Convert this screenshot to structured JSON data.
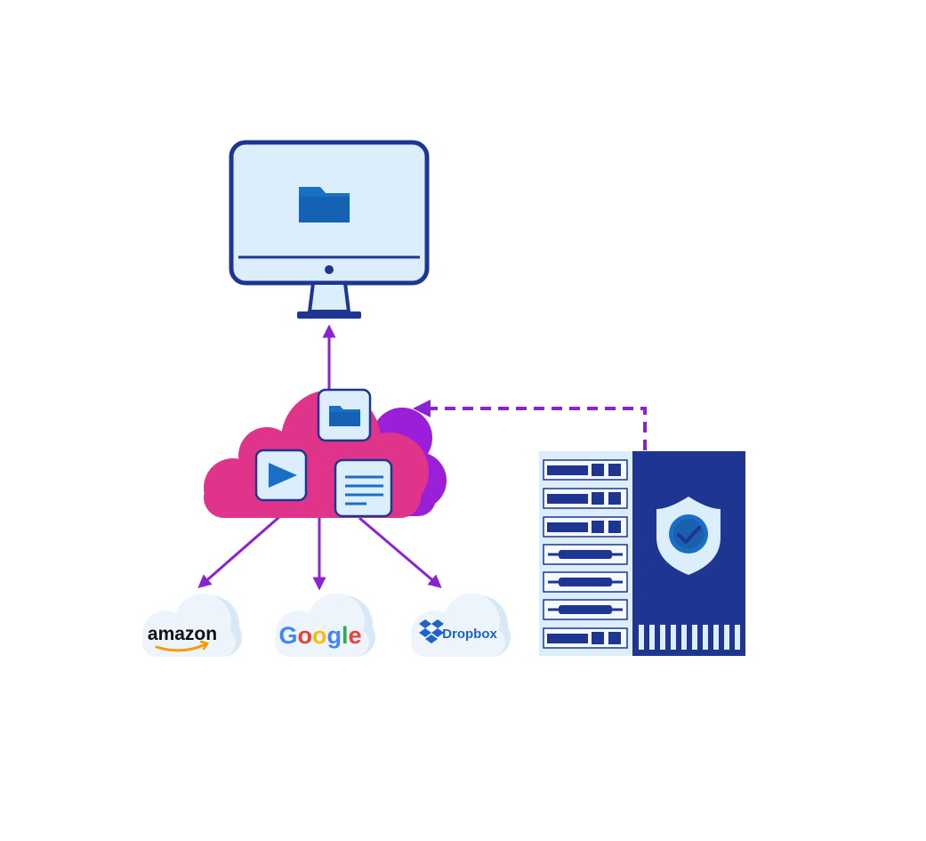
{
  "colors": {
    "background": "#ffffff",
    "navy": "#1f3592",
    "blue": "#1a6fc4",
    "light_blue": "#dceefc",
    "pale_blue": "#e6f2fb",
    "cloud_pink": "#e0338a",
    "cloud_purple": "#9b1fd8",
    "arrow_purple": "#8a22d6",
    "google_blue": "#4285f4",
    "google_red": "#ea4335",
    "google_yellow": "#fbbc05",
    "google_green": "#34a853",
    "amazon_orange": "#ff9900",
    "dropbox_blue": "#1f62c9"
  },
  "nodes": {
    "monitor": {
      "icon": "desktop-monitor-icon",
      "content_icon": "folder-icon"
    },
    "central_cloud": {
      "icon": "cloud-icon",
      "items": [
        "folder-icon",
        "play-video-icon",
        "document-icon"
      ]
    },
    "server_rack": {
      "icon": "server-rack-icon",
      "badge": "shield-check-icon"
    },
    "providers": [
      {
        "key": "amazon",
        "name": "amazon"
      },
      {
        "key": "google",
        "name": "Google"
      },
      {
        "key": "dropbox",
        "name": "Dropbox"
      }
    ]
  },
  "edges": [
    {
      "from": "central_cloud",
      "to": "monitor",
      "style": "solid"
    },
    {
      "from": "server_rack",
      "to": "central_cloud",
      "style": "dashed"
    },
    {
      "from": "central_cloud",
      "to": "amazon",
      "style": "solid"
    },
    {
      "from": "central_cloud",
      "to": "google",
      "style": "solid"
    },
    {
      "from": "central_cloud",
      "to": "dropbox",
      "style": "solid"
    }
  ]
}
